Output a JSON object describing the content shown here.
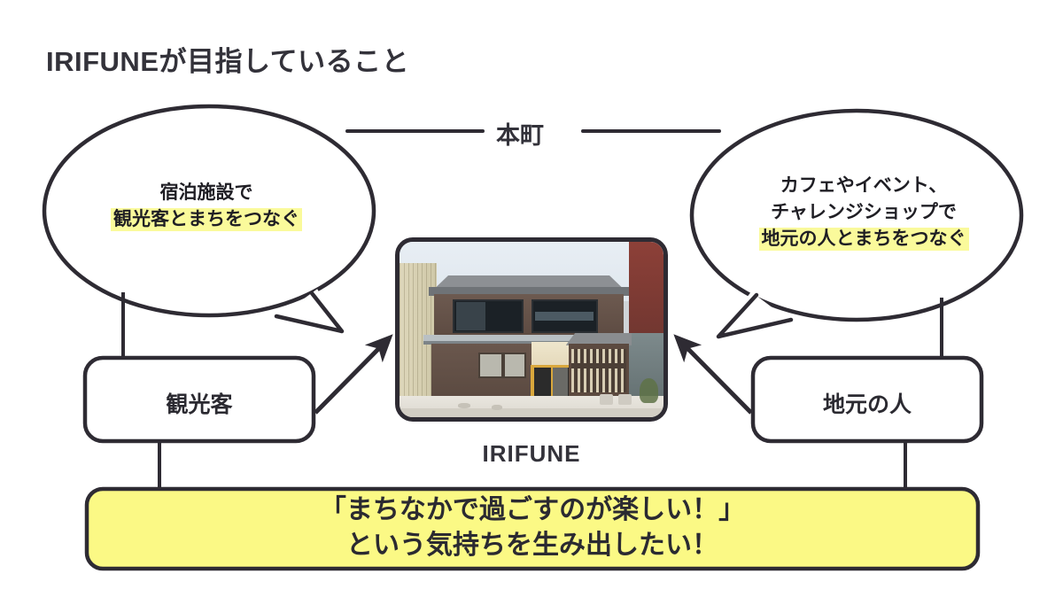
{
  "page": {
    "title": "IRIFUNEが目指していること",
    "background_color": "#ffffff",
    "ink_color": "#2b2a31",
    "highlight_color": "#fafa9b",
    "banner_color": "#fbf985"
  },
  "center_link": {
    "label": "本町"
  },
  "bubbles": {
    "left": {
      "line1": "宿泊施設で",
      "line2_highlighted": "観光客とまちをつなぐ"
    },
    "right": {
      "line1": "カフェやイベント、",
      "line2": "チャレンジショップで",
      "line3_highlighted": "地元の人とまちをつなぐ"
    }
  },
  "nodes": {
    "left": {
      "label": "観光客"
    },
    "right": {
      "label": "地元の人"
    }
  },
  "center": {
    "caption": "IRIFUNE",
    "photo_alt": "IRIFUNE の建物写真"
  },
  "banner": {
    "line1": "「まちなかで過ごすのが楽しい！」",
    "line2": "という気持ちを生み出したい！"
  },
  "connectors": {
    "left_arrow": "arrow-to-irifune-from-tourists",
    "right_arrow": "arrow-to-irifune-from-locals"
  }
}
